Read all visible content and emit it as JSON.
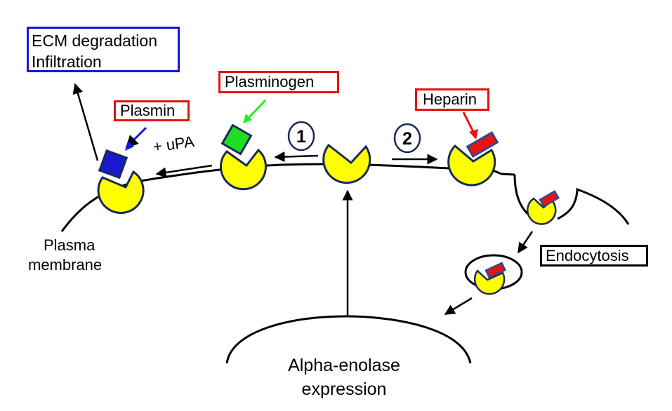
{
  "title": "Alpha-enolase role at the plasma membrane",
  "labels": {
    "ecm_line1": "ECM degradation",
    "ecm_line2": "Infiltration",
    "plasmin": "Plasmin",
    "plasminogen": "Plasminogen",
    "heparin": "Heparin",
    "endocytosis": "Endocytosis",
    "upa": "+ uPA",
    "plasma_line1": "Plasma",
    "plasma_line2": "membrane",
    "alpha_line1": "Alpha-enolase",
    "alpha_line2": "expression",
    "step1": "1",
    "step2": "2"
  },
  "colors": {
    "enolase_fill": "#ffff00",
    "enolase_stroke": "#1a2a5a",
    "plasmin_square": "#1a1acc",
    "plasminogen_square": "#22dd22",
    "heparin_bar": "#ee1111",
    "ligand_outline": "#2e4a8a",
    "ecm_border": "#1515e6",
    "label_border_red": "#e61010",
    "plasmin_arrow": "#1515e6",
    "plasminogen_arrow": "#22ee22",
    "heparin_arrow": "#ee1111"
  },
  "nodes": [
    {
      "id": "enolase-free",
      "ligand": "none"
    },
    {
      "id": "enolase-plasminogen",
      "ligand": "plasminogen"
    },
    {
      "id": "enolase-plasmin",
      "ligand": "plasmin"
    },
    {
      "id": "enolase-heparin",
      "ligand": "heparin"
    },
    {
      "id": "enolase-heparin-pit",
      "ligand": "heparin"
    },
    {
      "id": "enolase-heparin-vesicle",
      "ligand": "heparin"
    }
  ],
  "edges": [
    {
      "from": "alpha-enolase-expression",
      "to": "enolase-free"
    },
    {
      "from": "enolase-free",
      "to": "enolase-plasminogen",
      "label": "1"
    },
    {
      "from": "enolase-free",
      "to": "enolase-heparin",
      "label": "2"
    },
    {
      "from": "enolase-plasminogen",
      "to": "enolase-plasmin",
      "label": "+ uPA"
    },
    {
      "from": "enolase-plasmin",
      "to": "ecm-degradation"
    },
    {
      "from": "enolase-heparin-pit",
      "to": "enolase-heparin-vesicle",
      "label": "Endocytosis"
    },
    {
      "from": "enolase-heparin-vesicle",
      "to": "alpha-enolase-expression"
    }
  ]
}
